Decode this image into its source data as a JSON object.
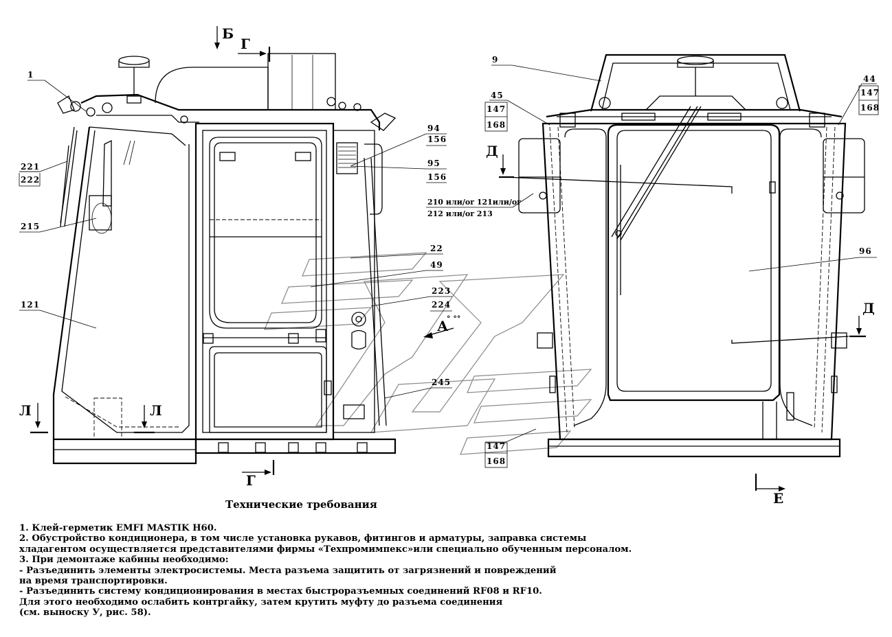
{
  "callouts": {
    "c1": "1",
    "c9": "9",
    "c45": "45",
    "c44": "44",
    "c147a": "147",
    "c168a": "168",
    "c147b": "147",
    "c168b": "168",
    "c147c": "147",
    "c168c": "168",
    "c221": "221",
    "c222": "222",
    "c215": "215",
    "c121": "121",
    "c94": "94",
    "c156a": "156",
    "c95": "95",
    "c156b": "156",
    "c210": "210 или/or 121или/or",
    "c212": "212 или/or 213",
    "c22": "22",
    "c49": "49",
    "c223": "223",
    "c224": "224",
    "c245": "245",
    "c96": "96"
  },
  "sections": {
    "b": "Б",
    "g_top": "Г",
    "g_bottom": "Г",
    "l_left": "Л",
    "l_right": "Л",
    "d_top": "Д",
    "d_bottom": "Д",
    "a": "А",
    "e": "Е"
  },
  "notes": {
    "title": "Технические требования",
    "lines": [
      "1. Клей-герметик EMFI MASTIK H60.",
      "2. Обустройство кондиционера, в том числе установка рукавов, фитингов и арматуры, заправка системы",
      "хладагентом осуществляется представителями фирмы «Техпромимпекс»или специально обученным персоналом.",
      "3. При демонтаже кабины необходимо:",
      "    - Разъединить элементы электросистемы. Места разъема защитить от загрязнений и повреждений",
      "на время транспортировки.",
      "    - Разъединить систему кондиционирования в местах быстроразъемных соединений RF08 и RF10.",
      "Для этого необходимо ослабить контргайку, затем крутить муфту до разъема соединения",
      "(см. выноску У, рис. 58)."
    ]
  }
}
